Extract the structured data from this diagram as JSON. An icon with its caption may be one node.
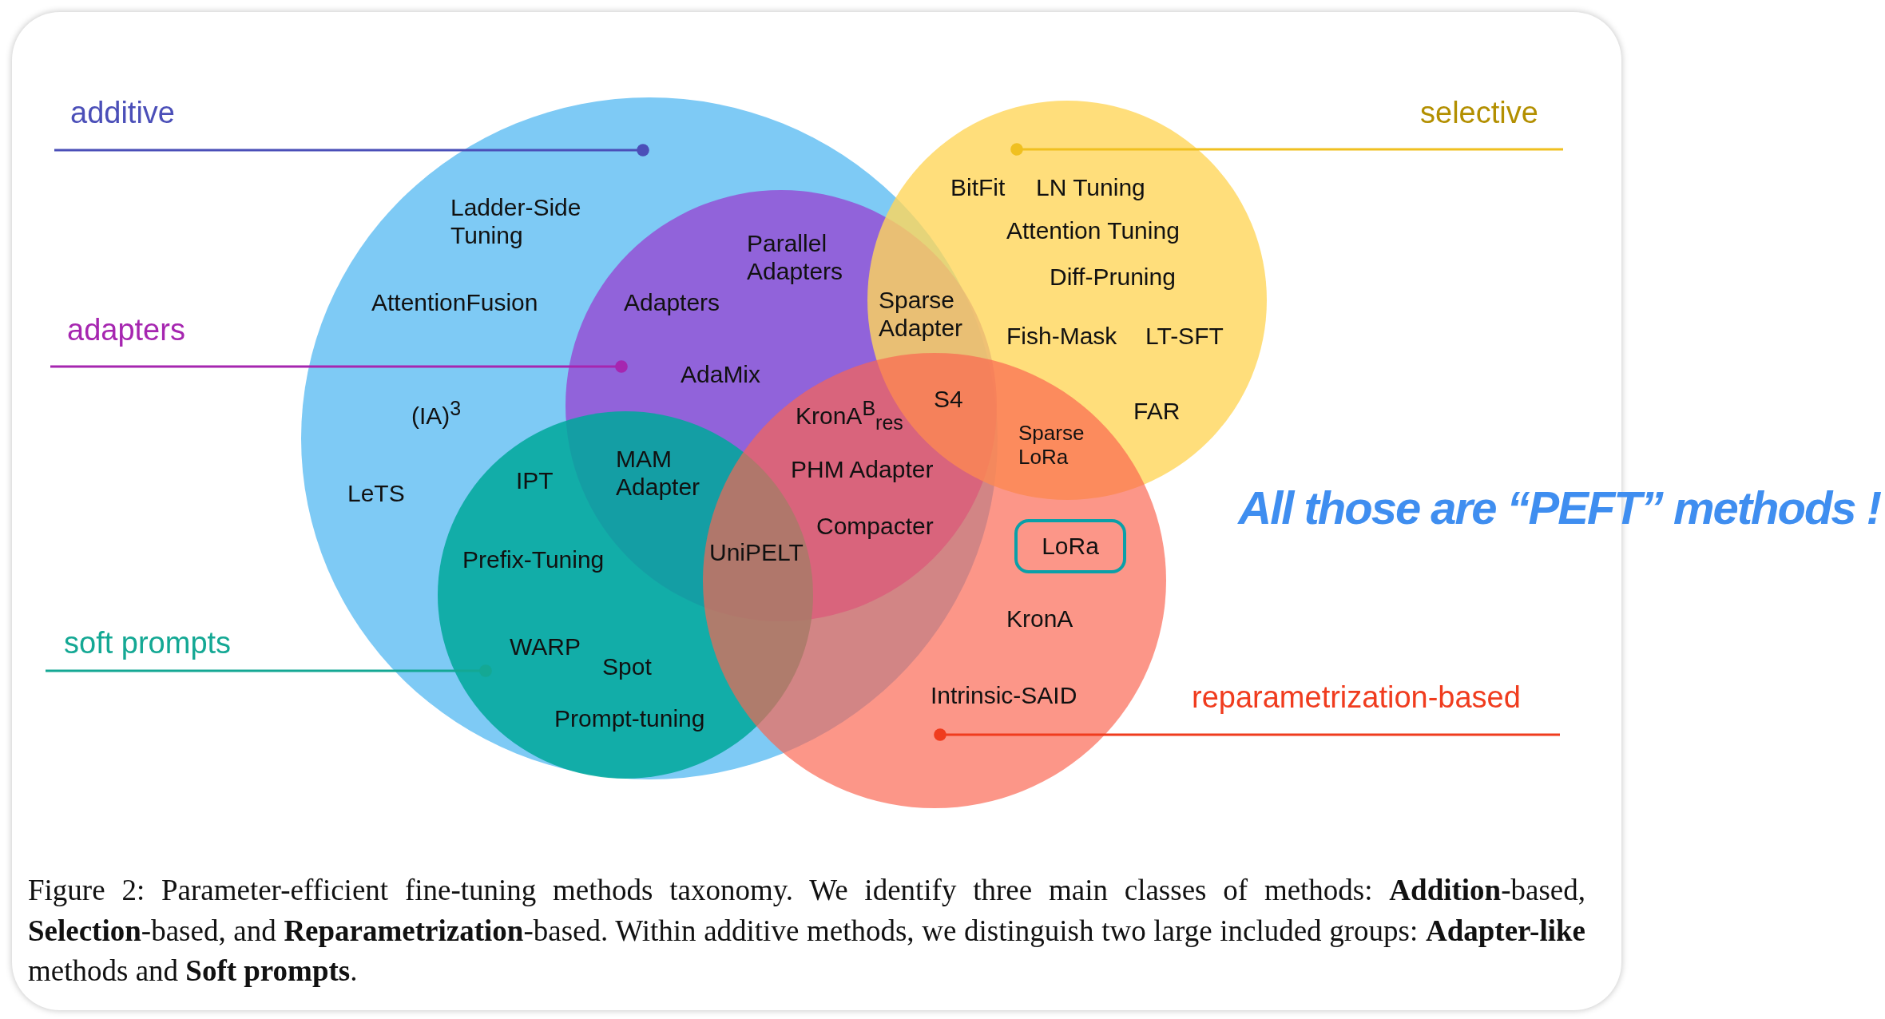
{
  "diagram": {
    "caption": "Figure 2: Parameter-efficient fine-tuning methods taxonomy. We identify three main classes of methods: **Addition**-based, **Selection**-based, and **Reparametrization**-based. Within additive methods, we distinguish two large included groups: **Adapter-like** methods and **Soft prompts**.",
    "nodes": [
      {
        "text": [
          "additive"
        ]
      },
      {
        "text": [],
        "shape": "circle"
      },
      {
        "text": [
          "selective"
        ]
      },
      {
        "text": [],
        "shape": "circle"
      },
      {
        "text": [
          "adapters"
        ]
      },
      {
        "text": [],
        "shape": "circle",
        "in": 1
      },
      {
        "text": [
          "soft prompts"
        ]
      },
      {
        "text": [],
        "shape": "circle",
        "in": 1
      },
      {
        "text": [
          "reparametrization-based"
        ]
      },
      {
        "text": [],
        "shape": "circle"
      },
      {
        "text": [
          "LoRa"
        ],
        "in": 9
      }
    ],
    "edges": [
      {
        "from": 0,
        "to": 1,
        "arrow": "other",
        "color": "#4b4fb8"
      },
      {
        "from": 2,
        "to": 3,
        "arrow": "other",
        "color": "#f0c020"
      },
      {
        "from": 4,
        "to": 5,
        "arrow": "other",
        "color": "#a626b0"
      },
      {
        "from": 6,
        "to": 7,
        "arrow": "other",
        "color": "#14a894"
      },
      {
        "from": 8,
        "to": 9,
        "arrow": "other",
        "color": "#f03c1e"
      }
    ],
    "labels": [
      "BitFit",
      "LN Tuning",
      "Ladder-Side Tuning",
      "Parallel Adapters",
      "Attention Tuning",
      "Diff-Pruning",
      "AttentionFusion",
      "Adapters",
      "Sparse Adapter",
      "Fish-Mask",
      "LT-SFT",
      "AdaMix",
      "(IA)$^{3}$",
      "KronA$^{B}$$_{res}$",
      "S4",
      "FAR",
      "Sparse LoRa",
      "PHM Adapter",
      "MAM Adapter",
      "LeTS",
      "IPT",
      "All those are “PEFT” methods !",
      "Compacter",
      "Prefix-Tuning",
      "UniPELT",
      "KronA",
      "WARP",
      "Spot",
      "Intrinsic-SAID",
      "Prompt-tuning"
    ]
  }
}
